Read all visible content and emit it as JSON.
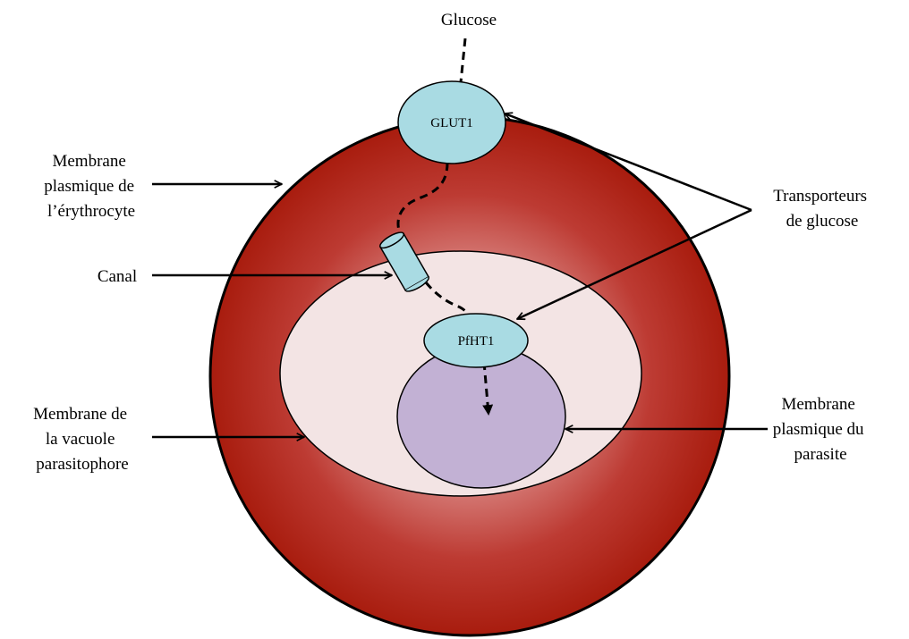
{
  "labels": {
    "glucose": "Glucose",
    "glut1": "GLUT1",
    "pfht1": "PfHT1",
    "membrane_erythrocyte": [
      "Membrane",
      "plasmique de",
      "l’érythrocyte"
    ],
    "canal": "Canal",
    "membrane_vacuole": [
      "Membrane de",
      "la vacuole",
      "parasitophore"
    ],
    "transporteurs": [
      "Transporteurs",
      "de glucose"
    ],
    "membrane_parasite": [
      "Membrane",
      "plasmique du",
      "parasite"
    ]
  },
  "colors": {
    "erythrocyte_edge": "#a81c0e",
    "erythrocyte_center": "#f2c4c4",
    "vacuole": "#f3e4e4",
    "parasite": "#c2b1d4",
    "transporter": "#a9dbe3",
    "outline": "#000000"
  }
}
